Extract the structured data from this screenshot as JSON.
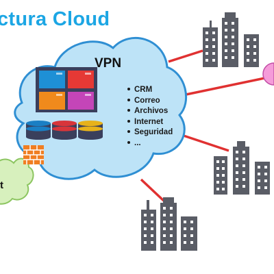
{
  "title": "ctura Cloud",
  "cloud": {
    "label": "VPN",
    "services": [
      "CRM",
      "Correo",
      "Archivos",
      "Internet",
      "Seguridad",
      "..."
    ]
  },
  "green_cloud_label": "t",
  "app_tile_colors": [
    "#1e90d6",
    "#e53935",
    "#f08a1c",
    "#c445b8"
  ],
  "db_disk_colors": [
    "#1a7fc4",
    "#d8353a",
    "#e7b21a"
  ],
  "colors": {
    "title": "#1ca6e4",
    "cloud_fill": "#bde3f7",
    "cloud_stroke": "#2f8fd3",
    "connector": "#e03131",
    "building": "#5a5d66",
    "green_cloud": "#d7f0bd",
    "firewall": "#f07e22",
    "pink_node": "#f59bd9"
  }
}
